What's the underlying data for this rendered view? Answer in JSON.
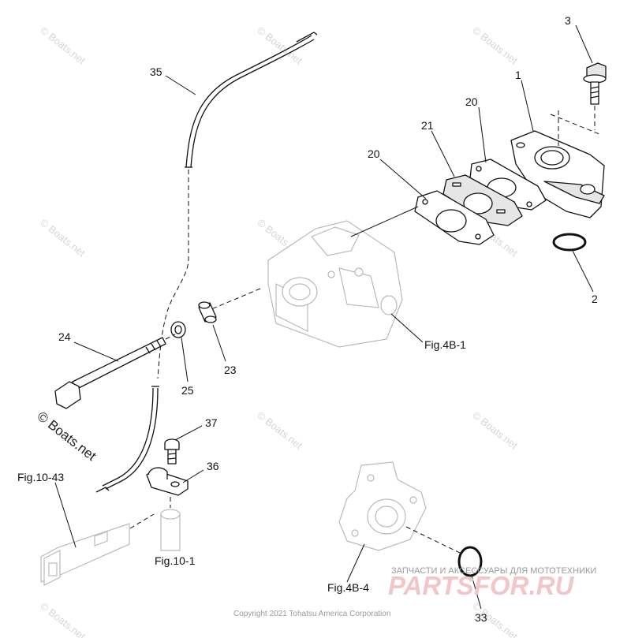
{
  "callouts": {
    "c1": "1",
    "c2": "2",
    "c3": "3",
    "c20a": "20",
    "c20b": "20",
    "c21": "21",
    "c23": "23",
    "c24": "24",
    "c25": "25",
    "c33": "33",
    "c35": "35",
    "c36": "36",
    "c37": "37"
  },
  "figure_refs": {
    "fig4b1": "Fig.4B-1",
    "fig10_43": "Fig.10-43",
    "fig10_1": "Fig.10-1",
    "fig4b4": "Fig.4B-4"
  },
  "watermark": {
    "text": "© Boats.net",
    "main": "© Boats.net"
  },
  "promo": {
    "caption": "ЗАПЧАСТИ И АКСЕССУАРЫ ДЛЯ МОТОТЕХНИКИ",
    "brand": "PARTSFOR.RU"
  },
  "copyright": "Copyright 2021 Tohatsu America Corporation",
  "colors": {
    "line": "#111111",
    "watermark": "#d6d6d6",
    "brand": "#f2c6c6"
  }
}
